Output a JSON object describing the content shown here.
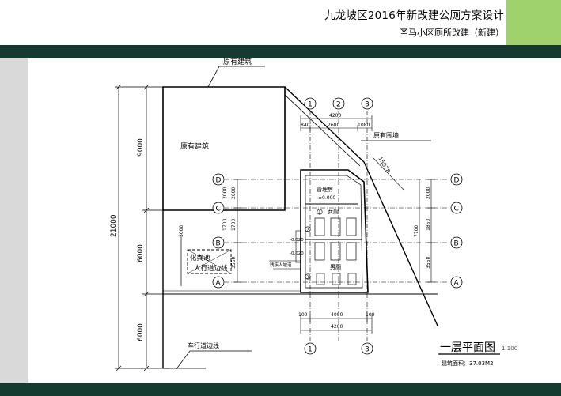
{
  "header": {
    "title": "九龙坡区2016年新改建公厕方案设计",
    "subtitle": "圣马小区厕所改建（新建）"
  },
  "colors": {
    "band": "#153b30",
    "accent": "#9fd16c",
    "strip": "#d9d9d9",
    "line": "#000000"
  },
  "drawing": {
    "existing_building_callout": "原有建筑",
    "existing_building_label": "原有建筑",
    "existing_wall_label": "原有围墙",
    "road_edge_label": "车行道边线",
    "hatch_text_1": "化粪池",
    "hatch_text_2": "人行道边线",
    "rooms": {
      "management": "管理房",
      "management_elev": "±0.000",
      "female": "女厕",
      "male": "男厕",
      "ramp_note": "残疾人坡道",
      "elev_1": "-0.020",
      "elev_2": "-0.020",
      "mark_1": "1",
      "mark_2": "2",
      "mark_3": "3"
    },
    "dimensions": {
      "left_total": "21000",
      "left_top": "9000",
      "left_mid": "6000",
      "left_bottom": "6000",
      "inner_3000": "3000",
      "inner_2000": "2000",
      "inner_1700": "1700",
      "inner_3550": "3550",
      "right_2000": "2000",
      "right_1850": "1850",
      "right_7700": "7700",
      "right_3550": "3550",
      "top_total": "4200",
      "top_seg_1": "840",
      "top_seg_2": "2600",
      "top_seg_3": "1080",
      "diag": "15078",
      "bottom_total": "4200",
      "bottom_seg_1": "100",
      "bottom_seg_2": "4000",
      "bottom_seg_3": "100",
      "left_near_1": "2000",
      "left_near_2": "1700"
    },
    "axes": {
      "rows": [
        "D",
        "C",
        "B",
        "A"
      ],
      "cols_top": [
        "1",
        "2",
        "3"
      ],
      "cols_bottom": [
        "1",
        "3"
      ]
    },
    "plan_title": "一层平面图",
    "plan_scale": "1:100",
    "plan_area": "建筑面积：37.03M2"
  }
}
